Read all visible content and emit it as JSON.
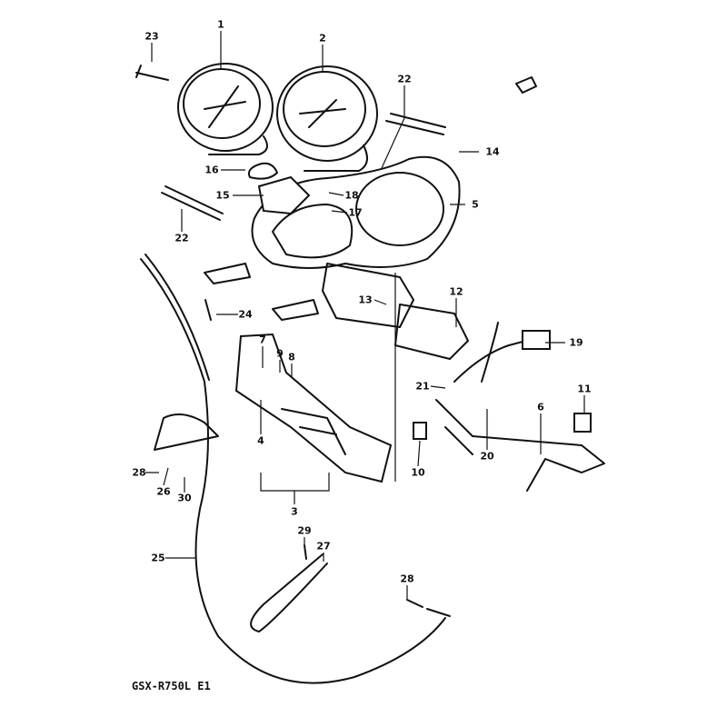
{
  "diagram": {
    "model_code": "GSX-R750L E1",
    "callouts": [
      "23",
      "1",
      "2",
      "22",
      "14",
      "16",
      "15",
      "18",
      "17",
      "5",
      "22",
      "24",
      "13",
      "12",
      "19",
      "7",
      "9",
      "8",
      "21",
      "11",
      "6",
      "4",
      "20",
      "28",
      "26",
      "30",
      "10",
      "3",
      "29",
      "27",
      "25",
      "28"
    ],
    "colors": {
      "ink": "#111111",
      "background": "#ffffff"
    }
  }
}
